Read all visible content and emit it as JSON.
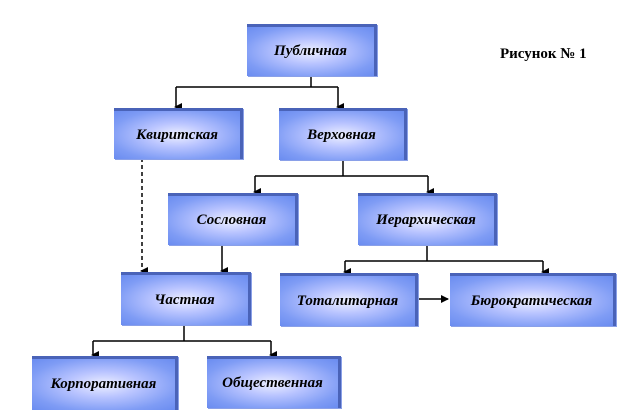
{
  "caption": "Рисунок № 1",
  "nodes": {
    "public": "Публичная",
    "quiritary": "Квиритская",
    "supreme": "Верховная",
    "estate": "Сословная",
    "hierarchical": "Иерархическая",
    "private": "Частная",
    "totalitarian": "Тоталитарная",
    "bureaucratic": "Бюрократическая",
    "corporate": "Корпоративная",
    "communal": "Общественная"
  }
}
